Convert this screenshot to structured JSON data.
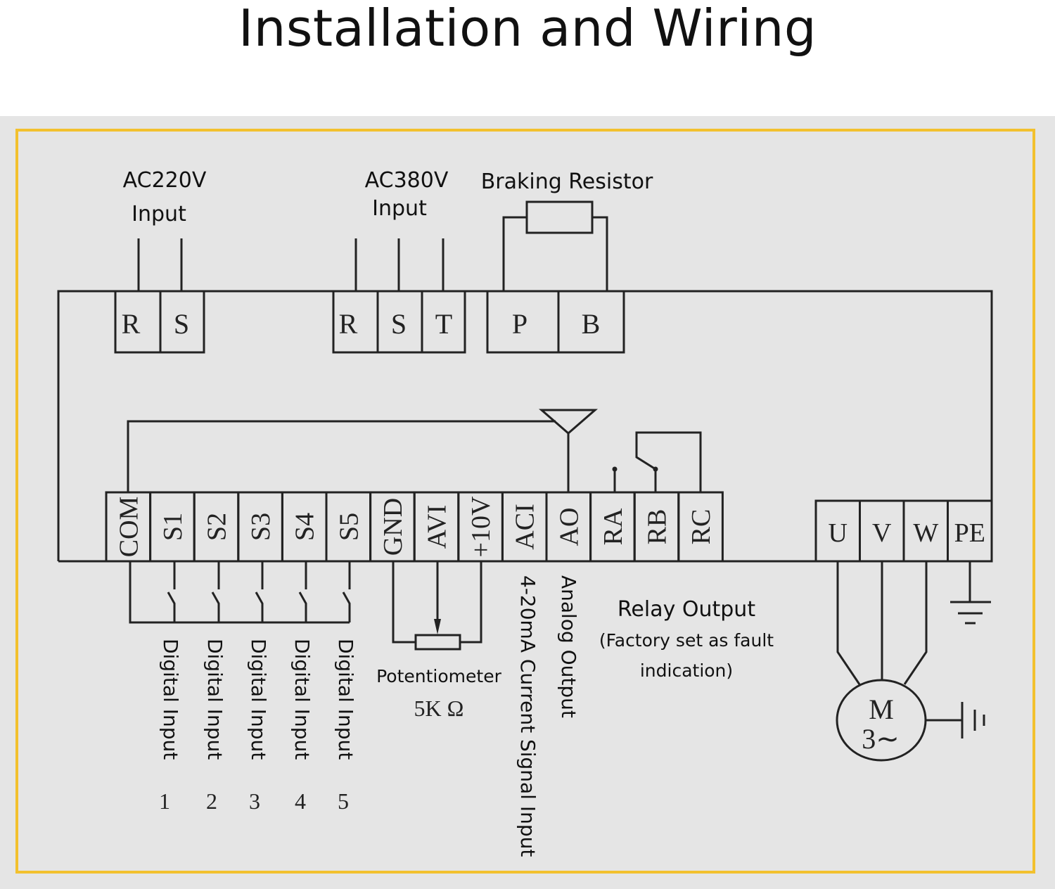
{
  "title": "Installation and Wiring",
  "colors": {
    "frame": "#f2c12e",
    "background": "#e5e5e5",
    "line": "#222222"
  },
  "power": {
    "ac220": {
      "label1": "AC220V",
      "label2": "Input",
      "terminals": [
        "R",
        "S"
      ]
    },
    "ac380": {
      "label1": "AC380V",
      "label2": "Input",
      "terminals": [
        "R",
        "S",
        "T"
      ]
    },
    "braking": {
      "label": "Braking Resistor",
      "terminals": [
        "P",
        "B"
      ]
    }
  },
  "control_terminals": [
    "COM",
    "S1",
    "S2",
    "S3",
    "S4",
    "S5",
    "GND",
    "AVI",
    "+10V",
    "ACI",
    "AO",
    "RA",
    "RB",
    "RC"
  ],
  "output_terminals": [
    "U",
    "V",
    "W",
    "PE"
  ],
  "digital_inputs": {
    "label": "Digital Input",
    "numbers": [
      "1",
      "2",
      "3",
      "4",
      "5"
    ]
  },
  "potentiometer": {
    "label": "Potentiometer",
    "value": "5K Ω"
  },
  "aci_label": "4-20mA Current Signal Input",
  "ao_label": "Analog Output",
  "relay": {
    "line1": "Relay Output",
    "line2": "(Factory set as fault",
    "line3": "indication)"
  },
  "motor": {
    "label1": "M",
    "label2": "3∼"
  }
}
